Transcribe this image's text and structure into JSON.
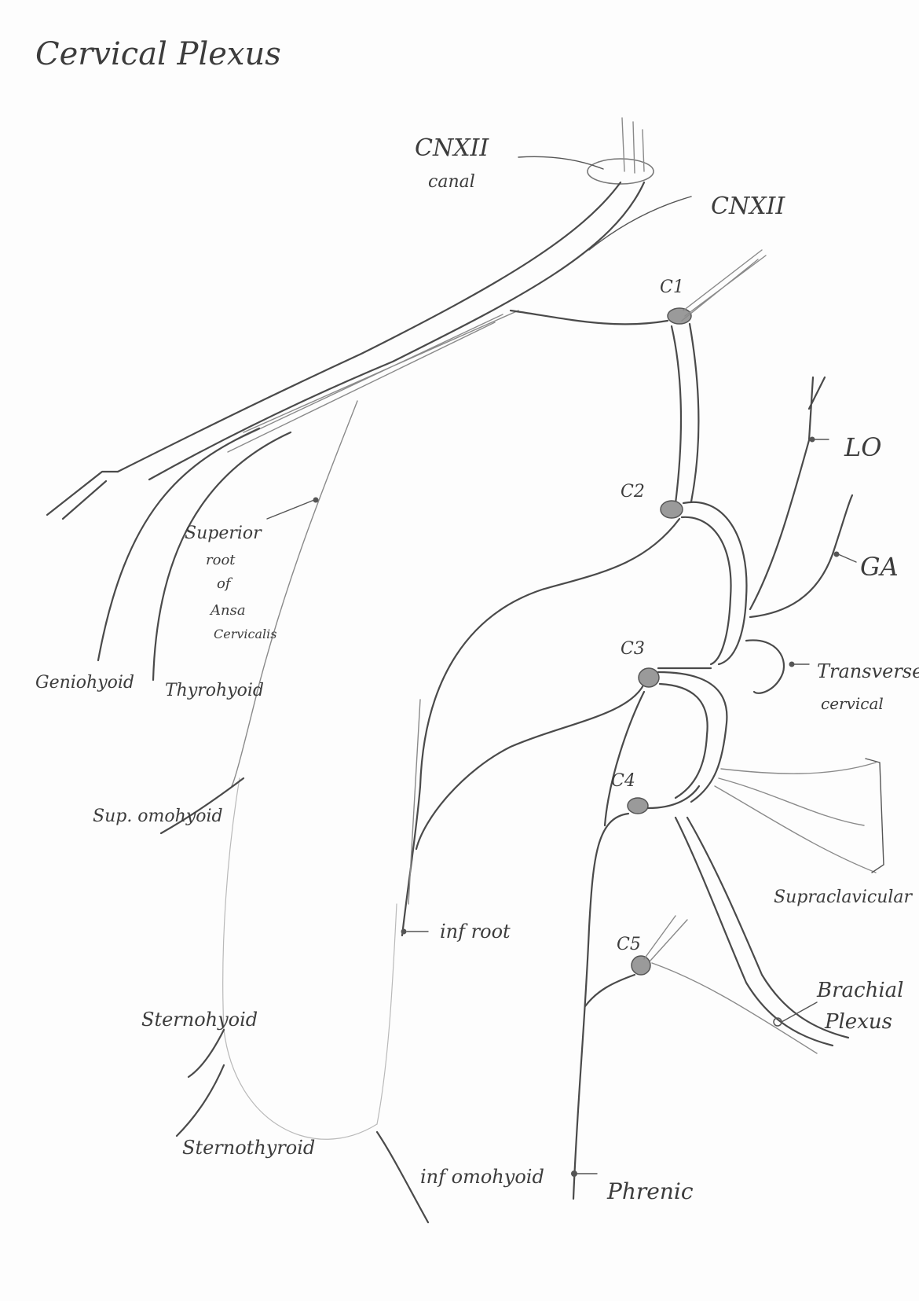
{
  "title": "Cervical Plexus",
  "labels": {
    "cnxii_canal_line1": "CNXII",
    "cnxii_canal_line2": "canal",
    "cnxii": "CNXII",
    "c1": "C1",
    "c2": "C2",
    "c3": "C3",
    "c4": "C4",
    "c5": "C5",
    "lo": "LO",
    "ga": "GA",
    "transverse_line1": "Transverse",
    "transverse_line2": "cervical",
    "supraclavicular": "Supraclavicular",
    "brachial_line1": "Brachial",
    "brachial_line2": "Plexus",
    "geniohyoid": "Geniohyoid",
    "thyrohyoid": "Thyrohyoid",
    "superior_root_line1": "Superior",
    "superior_root_line2": "root",
    "superior_root_line3": "of",
    "superior_root_line4": "Ansa",
    "superior_root_line5": "Cervicalis",
    "sup_omohyoid": "Sup. omohyoid",
    "inf_root": "inf root",
    "sternohyoid": "Sternohyoid",
    "sternothyroid": "Sternothyroid",
    "inf_omohyoid": "inf omohyoid",
    "phrenic": "Phrenic"
  },
  "colors": {
    "pencil": "#4a4a4a",
    "paper": "#fdfdfd"
  }
}
